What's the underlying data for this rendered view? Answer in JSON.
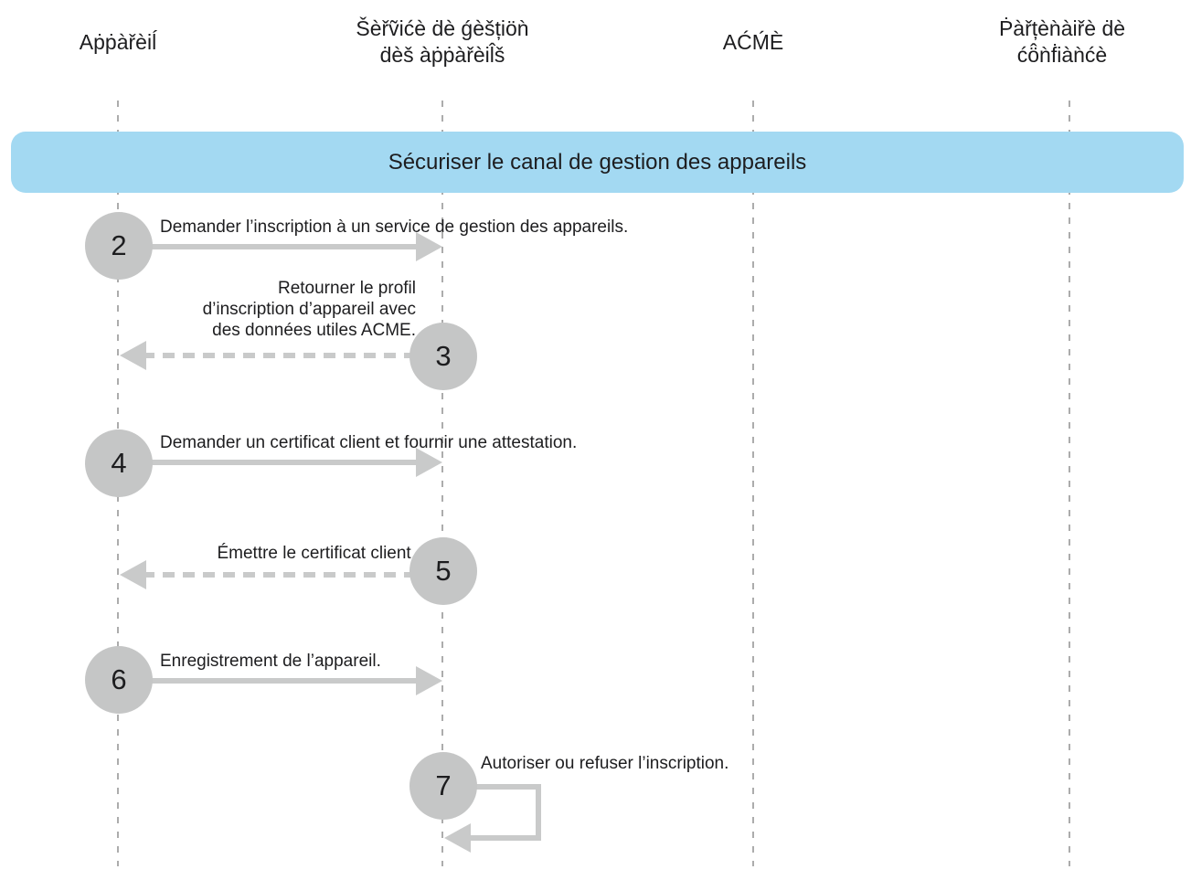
{
  "banner": {
    "label": "Sécuriser le canal de gestion des appareils"
  },
  "actors": [
    {
      "id": "appareil",
      "name": "Aṗṗàřèiĺ"
    },
    {
      "id": "service-gestion-appareils",
      "name": "Šèřṽićè ḋè ǵèšțiöǹ\nḋèš àṗṗàřèil̂š"
    },
    {
      "id": "acme",
      "name": "AĆḾÈ"
    },
    {
      "id": "partenaire-confiance",
      "name": "Ṗàřțèǹàiřè ḋè\nćö̂ǹḟiàǹćè"
    }
  ],
  "steps": [
    {
      "num": "2",
      "label": "Demander l’inscription à un service de gestion des appareils.",
      "from": "appareil",
      "to": "service-gestion-appareils",
      "arrow": "solid-right"
    },
    {
      "num": "3",
      "label": "Retourner le profil\nd’inscription d’appareil avec\ndes données utiles ACME.",
      "from": "service-gestion-appareils",
      "to": "appareil",
      "arrow": "dashed-left"
    },
    {
      "num": "4",
      "label": "Demander un certificat client et fournir une attestation.",
      "from": "appareil",
      "to": "service-gestion-appareils",
      "arrow": "solid-right"
    },
    {
      "num": "5",
      "label": "Émettre le certificat client.",
      "from": "service-gestion-appareils",
      "to": "appareil",
      "arrow": "dashed-left"
    },
    {
      "num": "6",
      "label": "Enregistrement de l’appareil.",
      "from": "appareil",
      "to": "service-gestion-appareils",
      "arrow": "solid-right"
    },
    {
      "num": "7",
      "label": "Autoriser ou refuser l’inscription.",
      "from": "service-gestion-appareils",
      "to": "service-gestion-appareils",
      "arrow": "self-loop"
    }
  ],
  "colors": {
    "banner_bg": "#a3d9f2",
    "circle_fill": "#c5c6c6",
    "arrow": "#c9caca",
    "lifeline": "#acacac",
    "text": "#1d1d1f"
  }
}
